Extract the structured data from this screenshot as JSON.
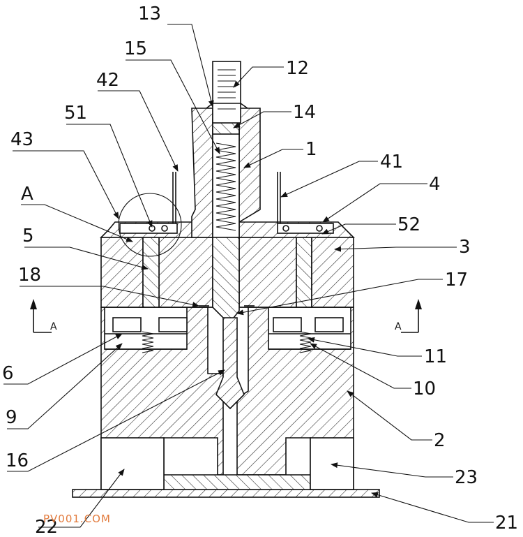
{
  "figure": {
    "section_marker_left": "A",
    "section_marker_right": "A",
    "detail_marker": "A",
    "watermark": "PV001.COM"
  },
  "callouts": [
    {
      "id": "13",
      "text": "13"
    },
    {
      "id": "12",
      "text": "12"
    },
    {
      "id": "15",
      "text": "15"
    },
    {
      "id": "14",
      "text": "14"
    },
    {
      "id": "42",
      "text": "42"
    },
    {
      "id": "51",
      "text": "51"
    },
    {
      "id": "1",
      "text": "1"
    },
    {
      "id": "41",
      "text": "41"
    },
    {
      "id": "43",
      "text": "43"
    },
    {
      "id": "4",
      "text": "4"
    },
    {
      "id": "52",
      "text": "52"
    },
    {
      "id": "5",
      "text": "5"
    },
    {
      "id": "3",
      "text": "3"
    },
    {
      "id": "18",
      "text": "18"
    },
    {
      "id": "17",
      "text": "17"
    },
    {
      "id": "11",
      "text": "11"
    },
    {
      "id": "6",
      "text": "6"
    },
    {
      "id": "10",
      "text": "10"
    },
    {
      "id": "9",
      "text": "9"
    },
    {
      "id": "2",
      "text": "2"
    },
    {
      "id": "16",
      "text": "16"
    },
    {
      "id": "23",
      "text": "23"
    },
    {
      "id": "22",
      "text": "22"
    },
    {
      "id": "21",
      "text": "21"
    }
  ]
}
